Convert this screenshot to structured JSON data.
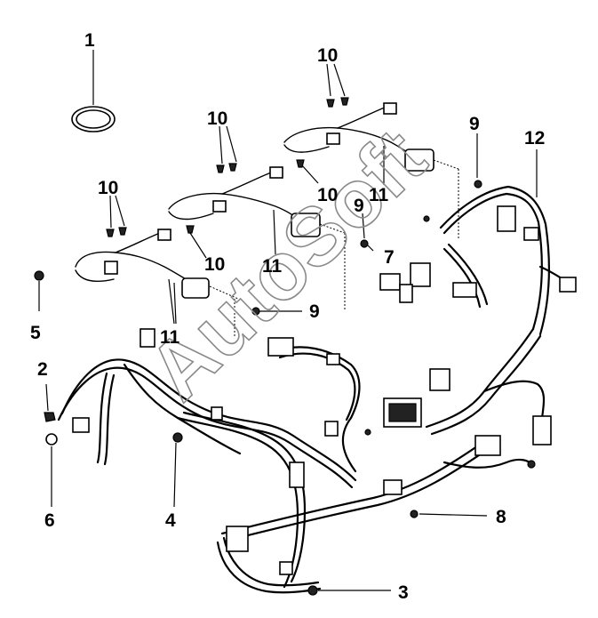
{
  "diagram": {
    "type": "exploded-parts-view",
    "subject": "wiring harness",
    "callouts": [
      {
        "id": "c1",
        "label": "1"
      },
      {
        "id": "c2",
        "label": "2"
      },
      {
        "id": "c3",
        "label": "3"
      },
      {
        "id": "c4",
        "label": "4"
      },
      {
        "id": "c5",
        "label": "5"
      },
      {
        "id": "c6",
        "label": "6"
      },
      {
        "id": "c7",
        "label": "7"
      },
      {
        "id": "c8",
        "label": "8"
      },
      {
        "id": "c9a",
        "label": "9"
      },
      {
        "id": "c9b",
        "label": "9"
      },
      {
        "id": "c9c",
        "label": "9"
      },
      {
        "id": "c10a",
        "label": "10"
      },
      {
        "id": "c10b",
        "label": "10"
      },
      {
        "id": "c10c",
        "label": "10"
      },
      {
        "id": "c10d",
        "label": "10"
      },
      {
        "id": "c10e",
        "label": "10"
      },
      {
        "id": "c11a",
        "label": "11"
      },
      {
        "id": "c11b",
        "label": "11"
      },
      {
        "id": "c11c",
        "label": "11"
      },
      {
        "id": "c12",
        "label": "12"
      }
    ],
    "watermark": "AutoSoft"
  }
}
